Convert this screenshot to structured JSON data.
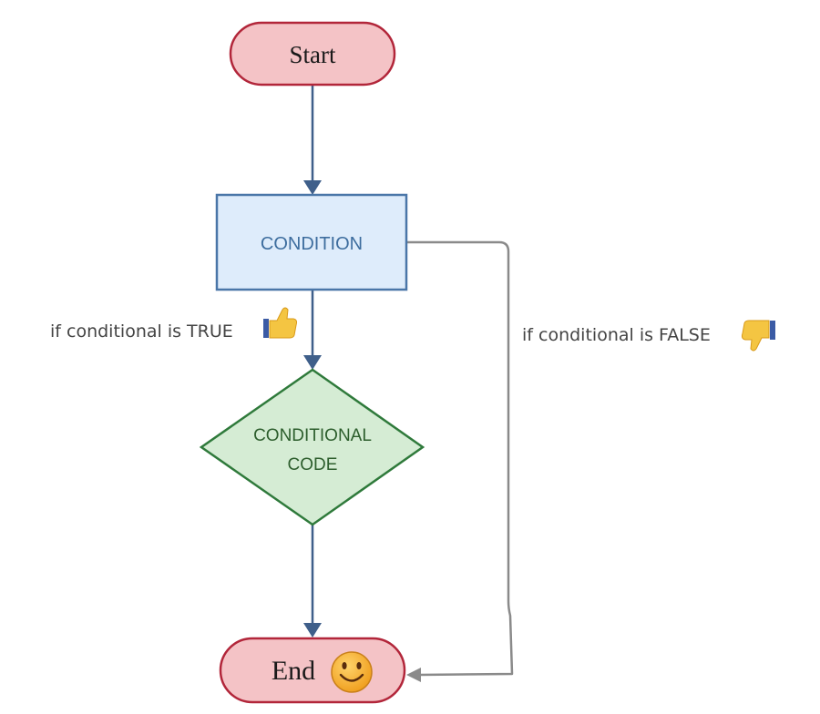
{
  "nodes": {
    "start": {
      "label": "Start"
    },
    "condition": {
      "label": "CONDITION"
    },
    "conditional_code": {
      "line1": "CONDITIONAL",
      "line2": "CODE"
    },
    "end": {
      "label": "End",
      "icon": "smiley-face-icon"
    }
  },
  "edges": {
    "true_branch": {
      "label": "if conditional is TRUE",
      "icon": "thumbs-up-icon"
    },
    "false_branch": {
      "label": "if conditional is FALSE",
      "icon": "thumbs-down-icon"
    }
  },
  "colors": {
    "terminal_fill": "#f4c3c6",
    "terminal_stroke": "#b2263a",
    "process_fill": "#deecfb",
    "process_stroke": "#4a76a8",
    "process_text": "#3d6d9e",
    "decision_fill": "#d5ecd4",
    "decision_stroke": "#2f7a3b",
    "decision_text": "#2d5e2d",
    "arrow_main": "#3f5f8a",
    "arrow_false": "#8a8a8a",
    "label_text": "#444444",
    "thumb_yellow": "#f4c542",
    "thumb_cuff": "#3b5ba5",
    "smiley_fill": "#f7b733"
  }
}
